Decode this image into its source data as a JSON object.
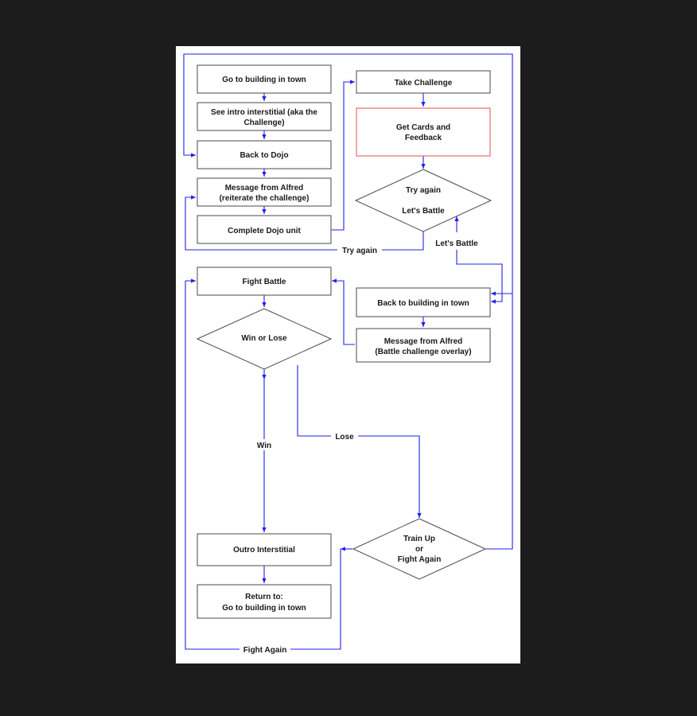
{
  "nodes": {
    "go_to_building": [
      "Go to building in town"
    ],
    "see_intro": [
      "See intro interstitial (aka the",
      "Challenge)"
    ],
    "back_to_dojo": [
      "Back to Dojo"
    ],
    "message_alfred_1": [
      "Message from Alfred",
      "(reiterate the challenge)"
    ],
    "complete_dojo": [
      "Complete Dojo unit"
    ],
    "take_challenge": [
      "Take Challenge"
    ],
    "get_cards": [
      "Get Cards and",
      "Feedback"
    ],
    "decision_try_battle": [
      "Try again",
      "Let's Battle"
    ],
    "fight_battle": [
      "Fight Battle"
    ],
    "back_to_building": [
      "Back to building in town"
    ],
    "message_alfred_2": [
      "Message from Alfred",
      "(Battle challenge overlay)"
    ],
    "decision_win_lose": [
      "Win or Lose"
    ],
    "outro": [
      "Outro Interstitial"
    ],
    "return_to": [
      "Return to:",
      "Go to building in town"
    ],
    "decision_train_fight": [
      "Train Up",
      "or",
      "Fight Again"
    ]
  },
  "edge_labels": {
    "try_again": "Try again",
    "lets_battle": "Let's Battle",
    "win": "Win",
    "lose": "Lose",
    "fight_again": "Fight Again"
  },
  "colors": {
    "edge": "#2020ee",
    "highlight_border": "#f06a6a",
    "box_border": "#4a4a4a",
    "background": "#1c1c1c",
    "sheet": "#ffffff"
  }
}
